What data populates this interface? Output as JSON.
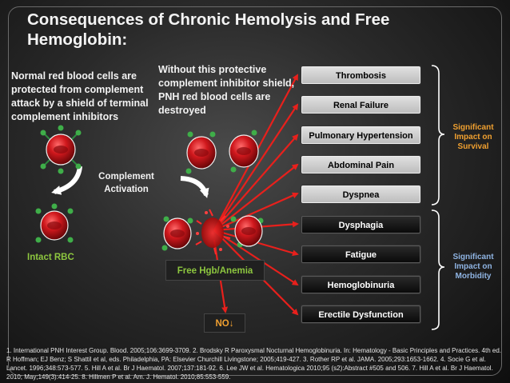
{
  "title": "Consequences of Chronic Hemolysis and Free Hemoglobin:",
  "left_text": "Normal red blood cells are protected from complement attack by a shield of terminal complement inhibitors",
  "middle_text": "Without this protective complement inhibitor shield, PNH red blood cells are destroyed",
  "activation_label": "Complement Activation",
  "intact_label": "Intact RBC",
  "free_hgb_label": "Free Hgb/Anemia",
  "no_label": "NO↓",
  "outcomes": [
    {
      "label": "Thrombosis",
      "style": "light"
    },
    {
      "label": "Renal Failure",
      "style": "light"
    },
    {
      "label": "Pulmonary Hypertension",
      "style": "light"
    },
    {
      "label": "Abdominal Pain",
      "style": "light"
    },
    {
      "label": "Dyspnea",
      "style": "light"
    },
    {
      "label": "Dysphagia",
      "style": "dark"
    },
    {
      "label": "Fatigue",
      "style": "dark"
    },
    {
      "label": "Hemoglobinuria",
      "style": "dark"
    },
    {
      "label": "Erectile Dysfunction",
      "style": "light"
    }
  ],
  "survival_label": "Significant Impact on Survival",
  "morbidity_label": "Significant Impact on Morbidity",
  "references": "1. International PNH Interest Group. Blood. 2005;106:3699-3709.  2. Brodsky R Paroxysmal Nocturnal Hemoglobinuria. In: Hematology - Basic Principles and Practices. 4th ed. R Hoffman; EJ Benz; S Shattil et al, eds. Philadelphia, PA: Elsevier Churchill Livingstone; 2005;419-427.  3. Rother RP et al. JAMA. 2005;293:1653-1662.  4. Socie G et al. Lancet. 1996;348:573-577.  5. Hill A et al. Br J Haematol. 2007;137:181-92.  6. Lee JW et al. Hematologica 2010;95 (s2):Abstract #505 and 506.  7. Hill A  et al. Br J Haematol. 2010; May;149(3):414-25.  8. Hillmen P et al. Am. J. Hematol. 2010;85:553-559.",
  "colors": {
    "arrow_red": "#e8201c",
    "label_green": "#8dc63f",
    "survival_orange": "#f0a030",
    "morbidity_blue": "#8fb4e3",
    "cell_red": "#c8191e"
  }
}
